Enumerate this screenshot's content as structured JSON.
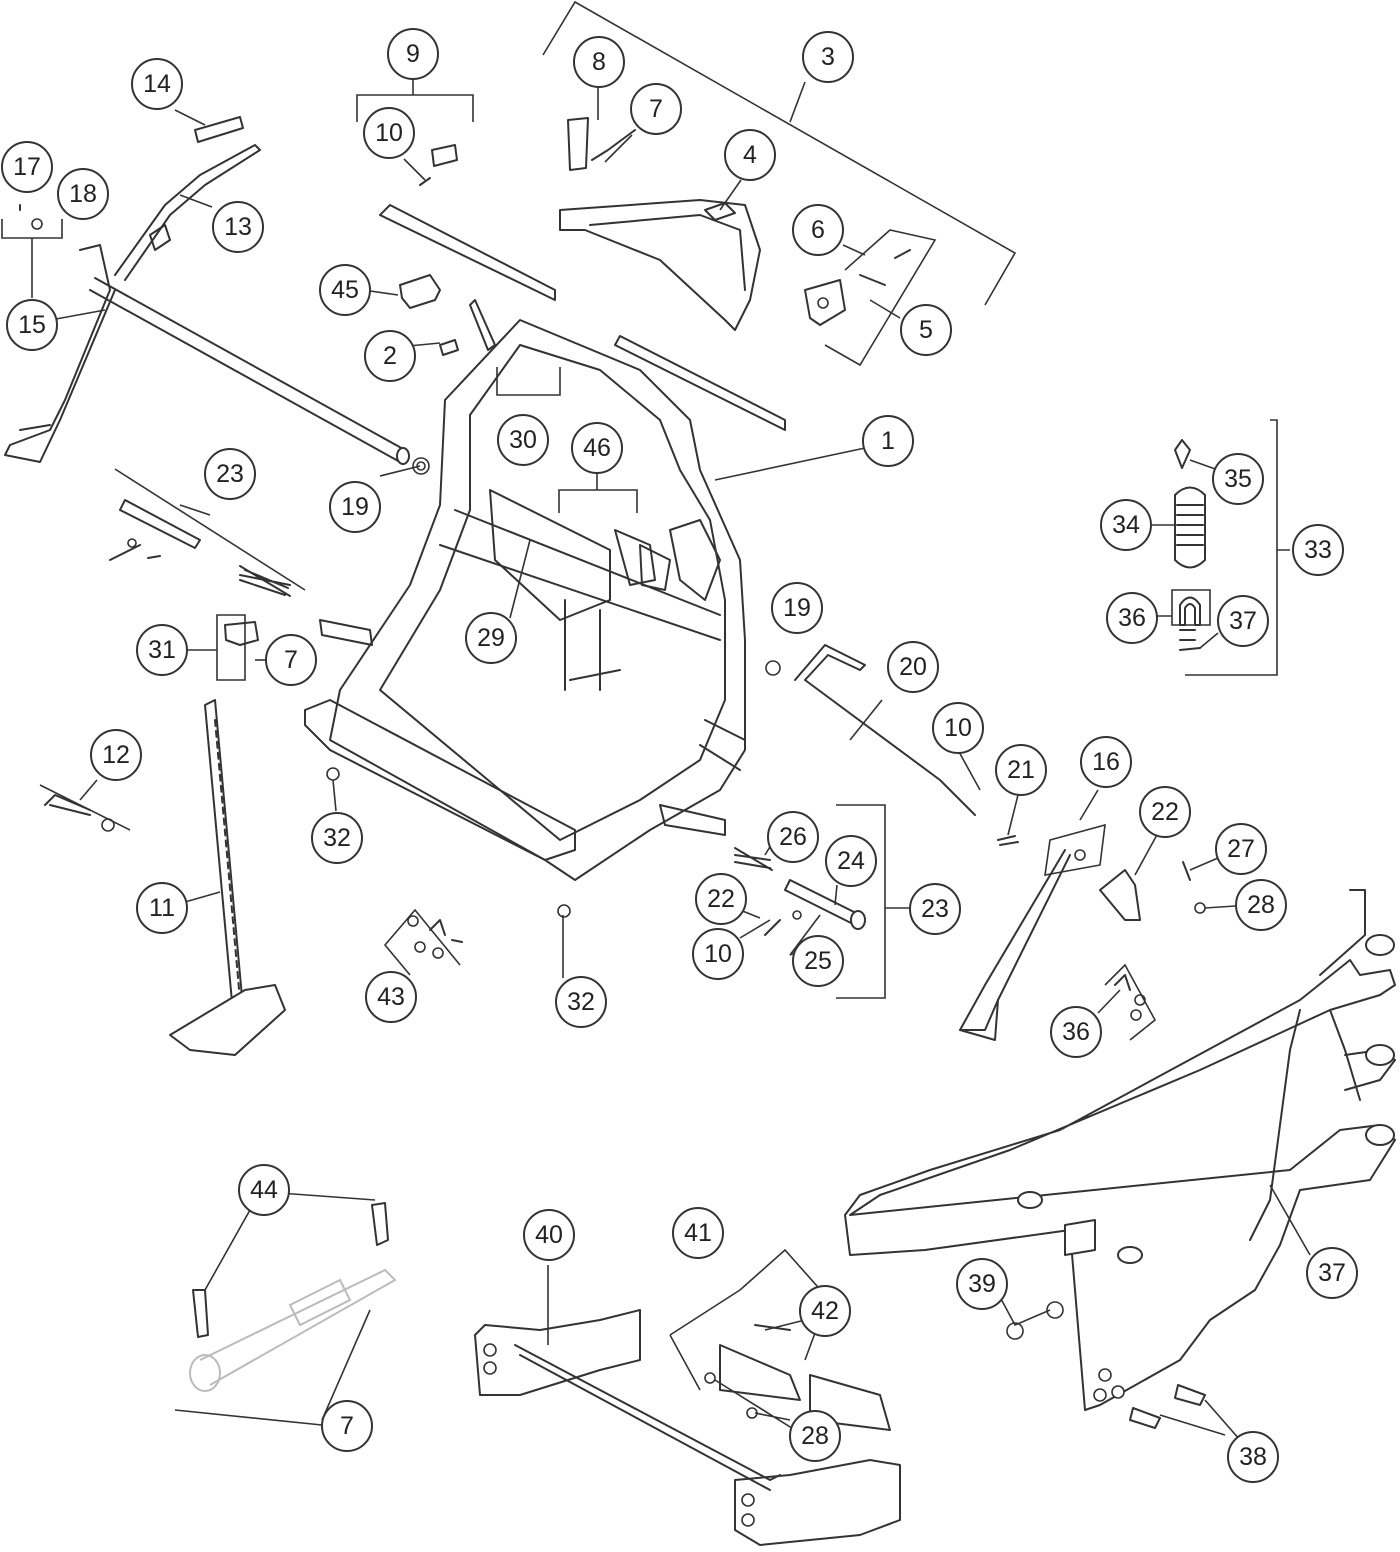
{
  "diagram": {
    "line_color": "#333333",
    "callouts": [
      {
        "id": "c1",
        "label": "1"
      },
      {
        "id": "c2",
        "label": "2"
      },
      {
        "id": "c3",
        "label": "3"
      },
      {
        "id": "c4",
        "label": "4"
      },
      {
        "id": "c5",
        "label": "5"
      },
      {
        "id": "c6",
        "label": "6"
      },
      {
        "id": "c7a",
        "label": "7"
      },
      {
        "id": "c7b",
        "label": "7"
      },
      {
        "id": "c7c",
        "label": "7"
      },
      {
        "id": "c8",
        "label": "8"
      },
      {
        "id": "c9",
        "label": "9"
      },
      {
        "id": "c10a",
        "label": "10"
      },
      {
        "id": "c10b",
        "label": "10"
      },
      {
        "id": "c10c",
        "label": "10"
      },
      {
        "id": "c11",
        "label": "11"
      },
      {
        "id": "c12",
        "label": "12"
      },
      {
        "id": "c13",
        "label": "13"
      },
      {
        "id": "c14",
        "label": "14"
      },
      {
        "id": "c15",
        "label": "15"
      },
      {
        "id": "c16",
        "label": "16"
      },
      {
        "id": "c17",
        "label": "17"
      },
      {
        "id": "c18",
        "label": "18"
      },
      {
        "id": "c19a",
        "label": "19"
      },
      {
        "id": "c19b",
        "label": "19"
      },
      {
        "id": "c20",
        "label": "20"
      },
      {
        "id": "c21",
        "label": "21"
      },
      {
        "id": "c22a",
        "label": "22"
      },
      {
        "id": "c22b",
        "label": "22"
      },
      {
        "id": "c23a",
        "label": "23"
      },
      {
        "id": "c23b",
        "label": "23"
      },
      {
        "id": "c24",
        "label": "24"
      },
      {
        "id": "c25",
        "label": "25"
      },
      {
        "id": "c26",
        "label": "26"
      },
      {
        "id": "c27",
        "label": "27"
      },
      {
        "id": "c28a",
        "label": "28"
      },
      {
        "id": "c28b",
        "label": "28"
      },
      {
        "id": "c29",
        "label": "29"
      },
      {
        "id": "c30",
        "label": "30"
      },
      {
        "id": "c31",
        "label": "31"
      },
      {
        "id": "c32a",
        "label": "32"
      },
      {
        "id": "c32b",
        "label": "32"
      },
      {
        "id": "c33",
        "label": "33"
      },
      {
        "id": "c34",
        "label": "34"
      },
      {
        "id": "c35",
        "label": "35"
      },
      {
        "id": "c36a",
        "label": "36"
      },
      {
        "id": "c36b",
        "label": "36"
      },
      {
        "id": "c37a",
        "label": "37"
      },
      {
        "id": "c37b",
        "label": "37"
      },
      {
        "id": "c38",
        "label": "38"
      },
      {
        "id": "c39",
        "label": "39"
      },
      {
        "id": "c40",
        "label": "40"
      },
      {
        "id": "c41",
        "label": "41"
      },
      {
        "id": "c42",
        "label": "42"
      },
      {
        "id": "c43",
        "label": "43"
      },
      {
        "id": "c44",
        "label": "44"
      },
      {
        "id": "c45",
        "label": "45"
      },
      {
        "id": "c46",
        "label": "46"
      }
    ]
  }
}
